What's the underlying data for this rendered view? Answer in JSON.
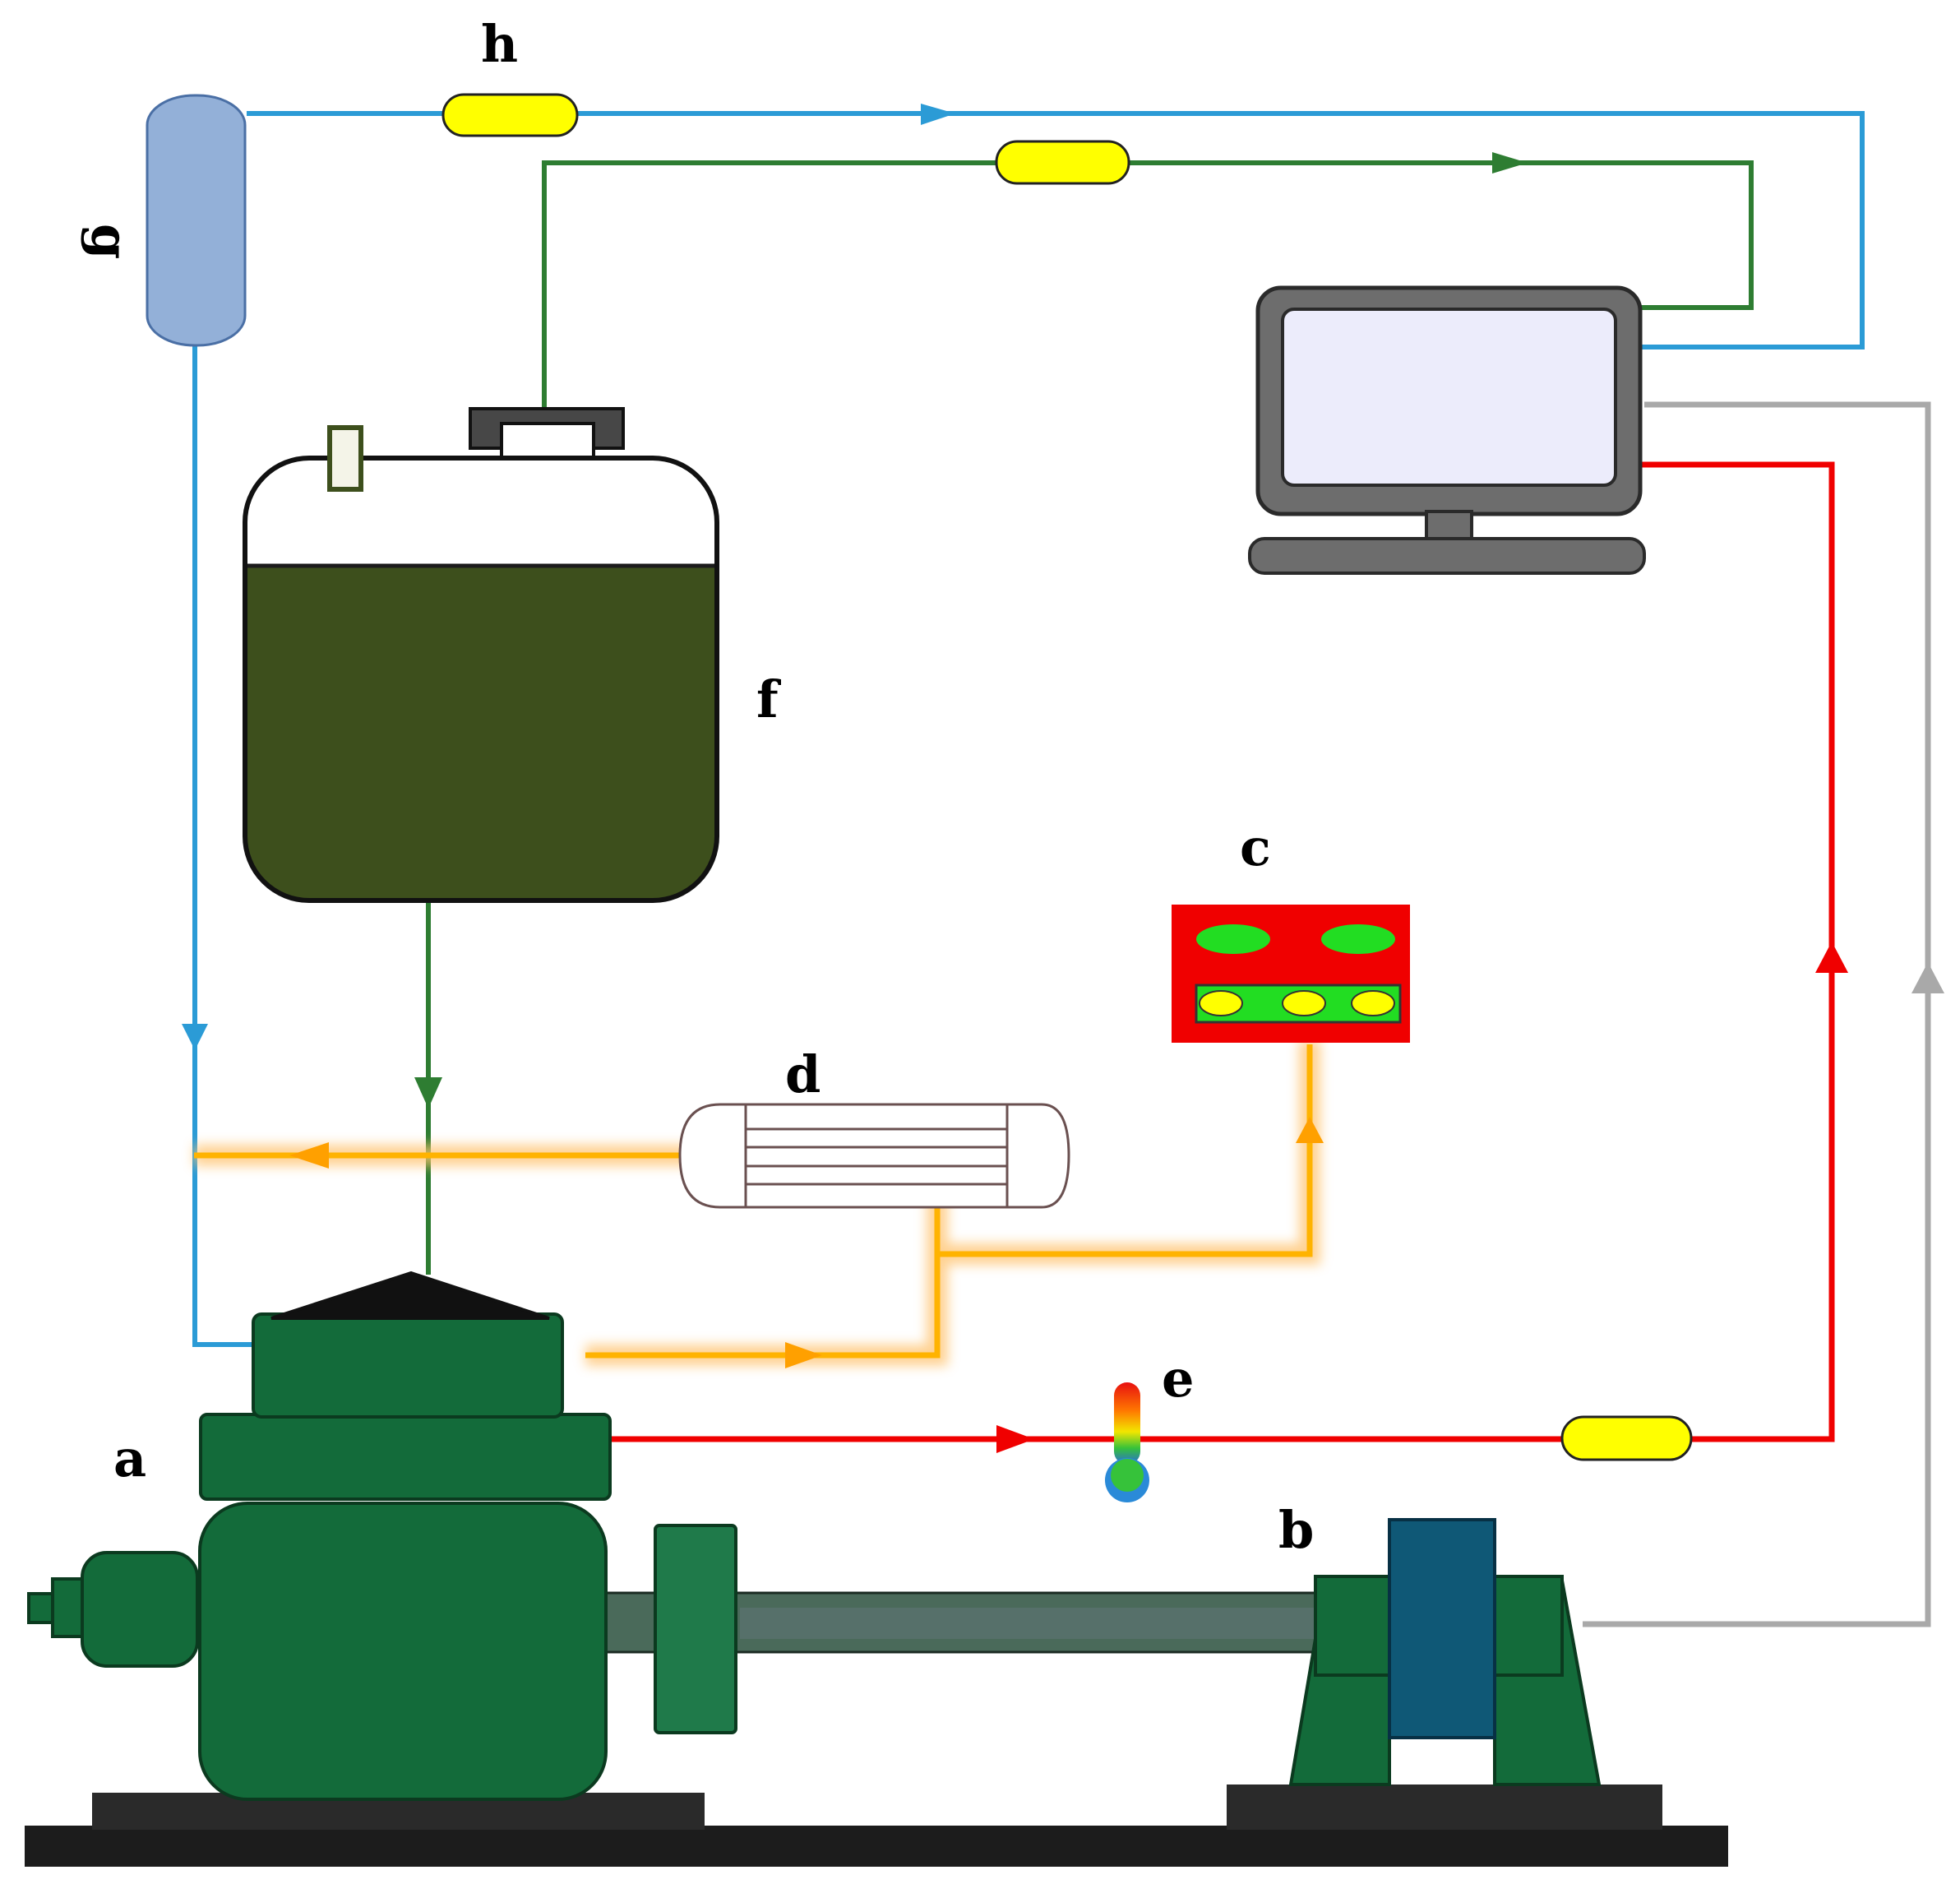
{
  "labels": {
    "a": "a",
    "b": "b",
    "c": "c",
    "d": "d",
    "e": "e",
    "f": "f",
    "g": "g",
    "h": "h"
  },
  "colors": {
    "hydrogen_line": "#2b9bd6",
    "fuel_line": "#2e7d32",
    "signal_line": "#f00000",
    "load_line": "#a9a9a9",
    "exhaust_line": "#ffb300",
    "engine": "#136b3a",
    "tank_liquid": "#3d4f1c",
    "gas_cylinder": "#93b0d8",
    "flow_meter": "#ffff00",
    "dyno_rotor": "#0f5876"
  }
}
